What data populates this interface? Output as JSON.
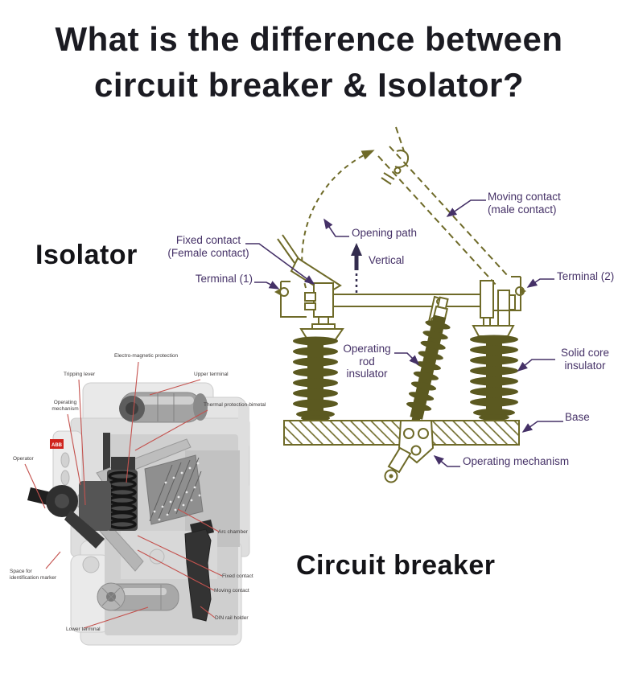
{
  "title": {
    "text": "What is the difference between\ncircuit breaker & Isolator?"
  },
  "isolator": {
    "heading": "Isolator",
    "labels": {
      "moving_contact": "Moving contact\n(male contact)",
      "opening_path": "Opening path",
      "vertical": "Vertical",
      "fixed_contact": "Fixed contact\n(Female contact)",
      "terminal_1": "Terminal (1)",
      "terminal_2": "Terminal (2)",
      "operating_rod_insulator": "Operating\nrod\ninsulator",
      "solid_core_insulator": "Solid core\ninsulator",
      "base": "Base",
      "operating_mechanism": "Operating mechanism"
    }
  },
  "breaker": {
    "heading": "Circuit breaker",
    "logo": "ABB",
    "labels": {
      "electro_magnetic_protection": "Electro-magnetic protection",
      "tripping_lever": "Tripping lever",
      "upper_terminal": "Upper terminal",
      "operating_mechanism": "Operating\nmechanism",
      "thermal_protection_bimetal": "Thermal protection-bimetal",
      "operator": "Operator",
      "arc_chamber": "Arc chamber",
      "space_for_identification_marker": "Space for\nidentification marker",
      "fixed_contact": "Fixed contact",
      "moving_contact": "Moving contact",
      "din_rail_holder": "DIN rail holder",
      "lower_terminal": "Lower terminal"
    }
  },
  "colors": {
    "title_dark": "#1b1b22",
    "diagram_olive": "#6e6a28",
    "insulator_fill": "#5b5920",
    "label_purple": "#453167",
    "leader_red": "#c4524e",
    "logo_red": "#cf231d"
  }
}
